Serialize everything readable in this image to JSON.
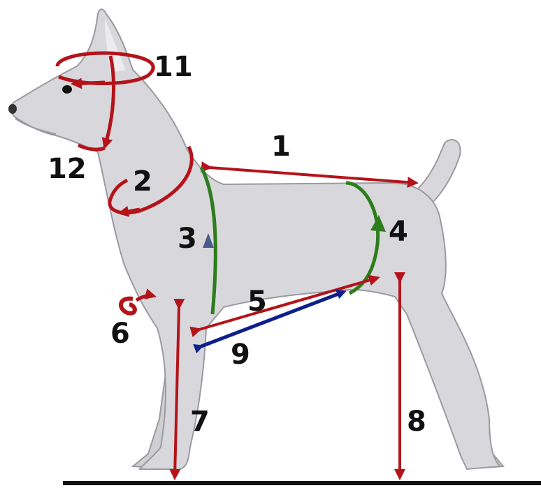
{
  "colors": {
    "background": "#ffffff",
    "dog_fill": "#d8d8dc",
    "dog_outline": "#9a9aa0",
    "measure_red": "#b4131a",
    "measure_green": "#2e7d1c",
    "measure_navy": "#0d1f8c",
    "label_text": "#111111",
    "ground": "#111111"
  },
  "labels": {
    "m1": "1",
    "m2": "2",
    "m3": "3",
    "m4": "4",
    "m5": "5",
    "m6": "6",
    "m7": "7",
    "m8": "8",
    "m9": "9",
    "m11": "11",
    "m12": "12"
  }
}
